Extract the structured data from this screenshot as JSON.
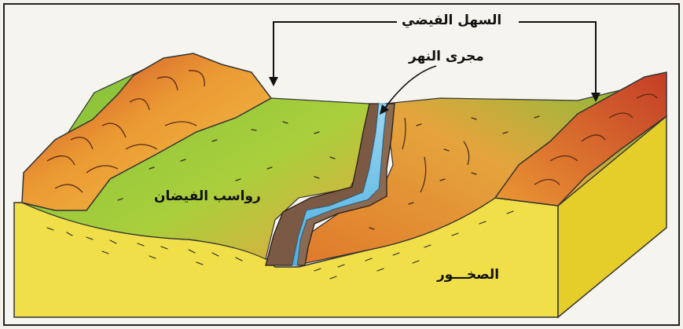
{
  "labels": {
    "floodplain": "السهل الفيضي",
    "river_channel": "مجرى النهر",
    "flood_deposits": "رواسب الفيضان",
    "rocks": "الصخـــور"
  },
  "colors": {
    "frame": "#222222",
    "rock_yellow": "#f0df49",
    "rock_side": "#e6ce2a",
    "plain_green": "#8cc63f",
    "terrain_orange": "#e88a2c",
    "terrain_red": "#c6462a",
    "river_blue": "#7ec8ea",
    "bank_brown": "#7a5a44"
  }
}
